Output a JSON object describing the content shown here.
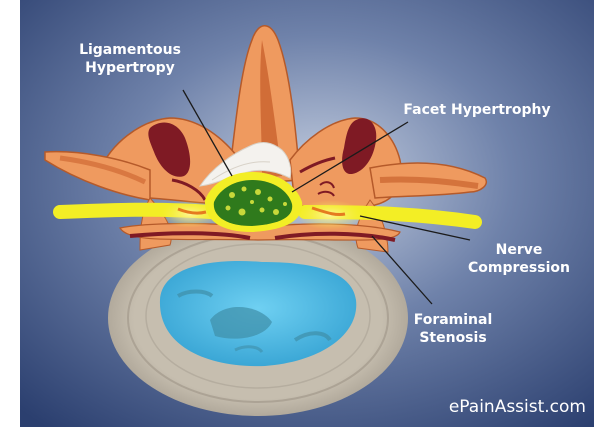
{
  "labels": {
    "ligamentous_line1": "Ligamentous",
    "ligamentous_line2": "Hypertropy",
    "facet": "Facet Hypertrophy",
    "nerve_line1": "Nerve",
    "nerve_line2": "Compression",
    "foraminal_line1": "Foraminal",
    "foraminal_line2": "Stenosis"
  },
  "watermark": "ePainAssist.com",
  "colors": {
    "background_center": "#c3cddf",
    "background_edge": "#2b3f6f",
    "bone": "#ef9a5f",
    "bone_dark": "#c9622d",
    "facet_joint": "#7f1a24",
    "disc_ring": "#cbc2b3",
    "disc_inner_ring": "#9d968d",
    "nucleus": "#4db8e2",
    "nerve": "#f3ee25",
    "spinal_canal": "#2f7a1c",
    "ligament": "#f4f2ee"
  }
}
